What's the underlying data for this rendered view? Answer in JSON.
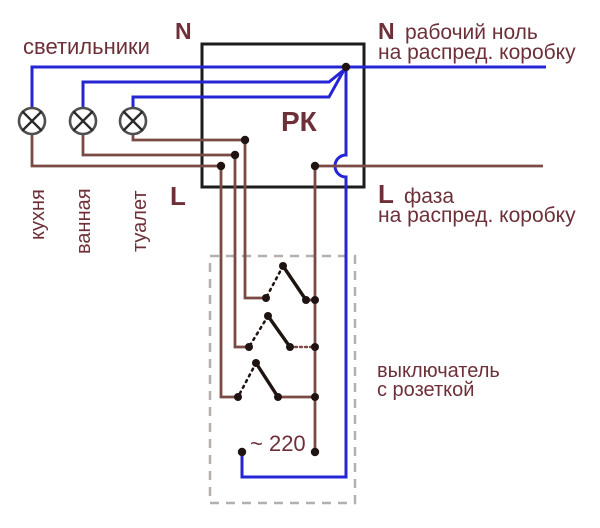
{
  "colors": {
    "neutral_blue": "#2525d6",
    "phase_brown": "#7a4a45",
    "label_maroon": "#6e3038",
    "contact_dark": "#201412",
    "enclosure_gray": "#b4b0ad",
    "box_black": "#1c1c1c",
    "lamp_gray": "#4f4f4f"
  },
  "labels": {
    "lamps_caption": "светильники",
    "neutral_letter": "N",
    "neutral_caption": "рабочий ноль",
    "to_junction_box_caption": "на распред. коробку",
    "phase_letter": "L",
    "phase_caption": "фаза",
    "junction_box": "РК",
    "rooms": [
      "кухня",
      "ванная",
      "туалет"
    ],
    "switch_caption_line1": "выключатель",
    "switch_caption_line2": "с розеткой",
    "socket_voltage": "~ 220"
  }
}
